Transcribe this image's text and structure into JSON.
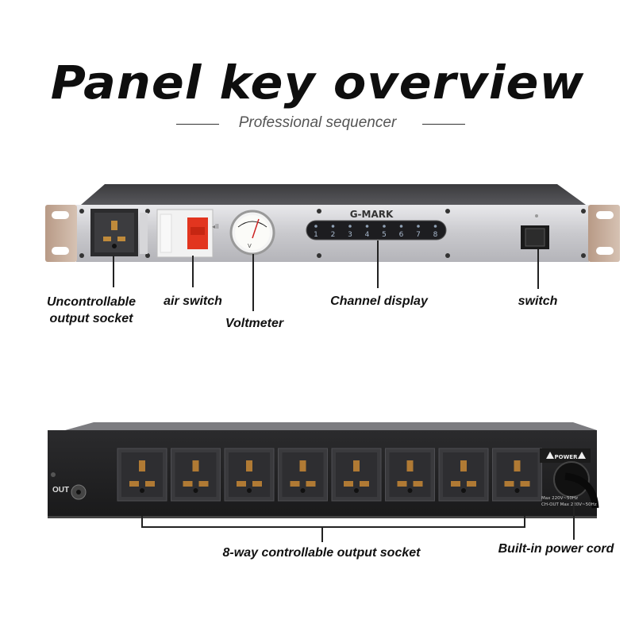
{
  "title": "Panel key overview",
  "subtitle": "Professional sequencer",
  "front_panel": {
    "brand": "G-MARK",
    "channels": [
      "1",
      "2",
      "3",
      "4",
      "5",
      "6",
      "7",
      "8"
    ]
  },
  "rear_panel": {
    "out_label": "OUT",
    "power_label": "POWER",
    "rating_line_1": "Max 220V~50Hz",
    "rating_line_2": "CH-OUT Max 220V~50Hz"
  },
  "labels": {
    "uncontrollable_1": "Uncontrollable",
    "uncontrollable_2": "output socket",
    "air_switch": "air switch",
    "voltmeter": "Voltmeter",
    "channel_display": "Channel display",
    "switch": "switch",
    "controllable_socket": "8-way controllable output socket",
    "power_cord": "Built-in power cord"
  }
}
